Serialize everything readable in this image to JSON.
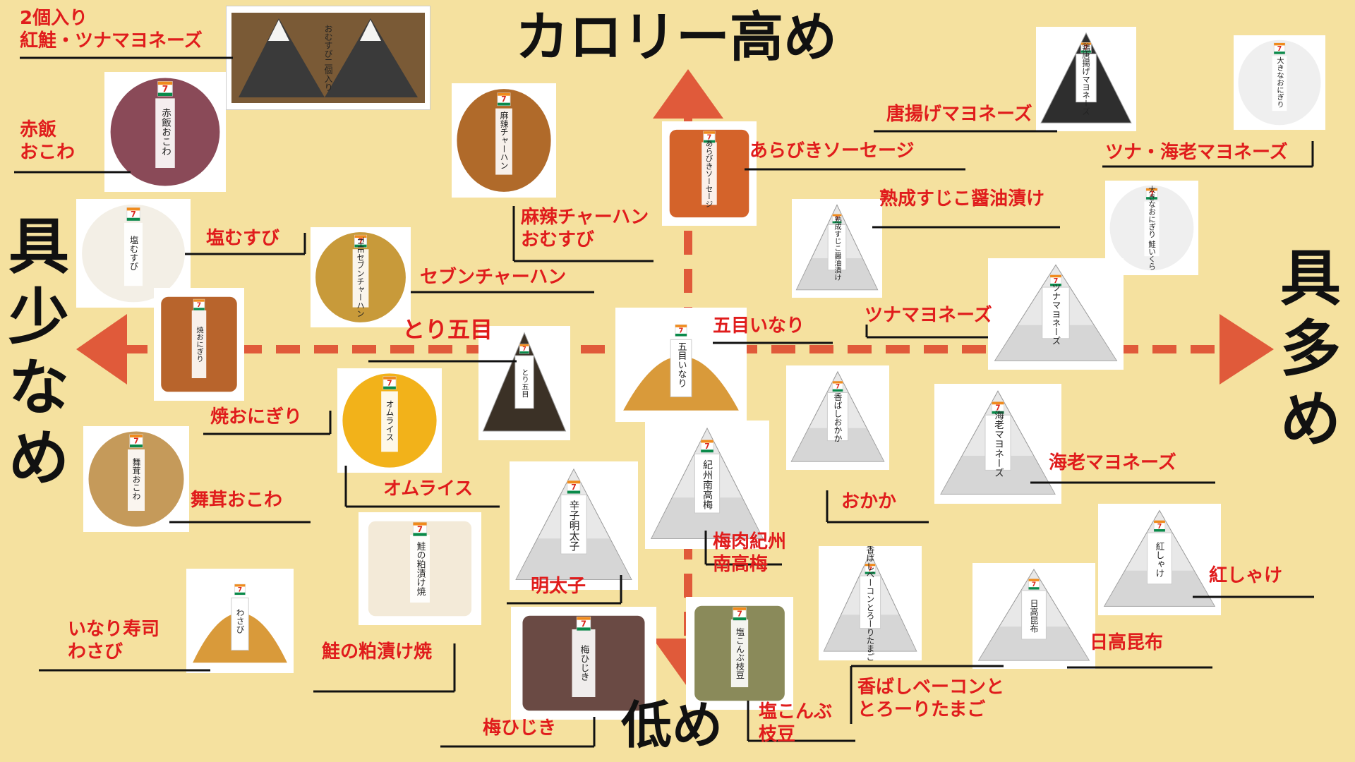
{
  "colors": {
    "background": "#f5e19f",
    "arrow": "#e05a3a",
    "label": "#e01c1c",
    "title": "#111111",
    "leader": "#111111",
    "seaweed": "#3a3a3a",
    "rice": "#f4f4f2",
    "brand_red": "#d9261c",
    "brand_orange": "#f08b1d",
    "brand_green": "#0a8a4a"
  },
  "axes": {
    "top": "カロリー高め",
    "bottom": "低め",
    "left": "具少なめ",
    "right": "具多め"
  },
  "items": [
    {
      "id": "two-pack",
      "label": "2個入り\n紅鮭・ツナマヨネーズ",
      "shape": "tray",
      "product_name": "おむすび二個入り"
    },
    {
      "id": "sekihan",
      "label": "赤飯\nおこわ",
      "shape": "round",
      "product_name": "赤飯おこわ",
      "rice": "#8a4a58"
    },
    {
      "id": "shio-musubi",
      "label": "塩むすび",
      "shape": "round",
      "product_name": "塩むすび",
      "rice": "#f3efe6"
    },
    {
      "id": "yaki-onigiri",
      "label": "焼おにぎり",
      "shape": "square",
      "product_name": "焼おにぎり",
      "rice": "#b8642c"
    },
    {
      "id": "maitake-okowa",
      "label": "舞茸おこわ",
      "shape": "round",
      "product_name": "舞茸おこわ",
      "rice": "#c59a5a"
    },
    {
      "id": "inari-wasabi",
      "label": "いなり寿司\nわさび",
      "shape": "inari",
      "product_name": "わさび"
    },
    {
      "id": "mala-fried-rice",
      "label": "麻辣チャーハン\nおむすび",
      "shape": "round",
      "product_name": "麻辣チャーハン",
      "rice": "#b06a2a"
    },
    {
      "id": "seven-fried-rice",
      "label": "セブンチャーハン",
      "shape": "round",
      "product_name": "THEセブンチャーハン",
      "rice": "#c89a3a"
    },
    {
      "id": "tori-gomoku",
      "label": "とり五目",
      "shape": "triangle",
      "product_name": "とり五目",
      "rice": "#3b3126"
    },
    {
      "id": "omurice",
      "label": "オムライス",
      "shape": "round",
      "product_name": "オムライス",
      "rice": "#f2b21a"
    },
    {
      "id": "salmon-kasuzuke",
      "label": "鮭の粕漬け焼",
      "shape": "square",
      "product_name": "鮭の粕漬け焼",
      "rice": "#f3ead8"
    },
    {
      "id": "arabiki-sausage",
      "label": "あらびきソーセージ",
      "shape": "square",
      "product_name": "あらびきソーセージ",
      "rice": "#d4632a"
    },
    {
      "id": "gomoku-inari",
      "label": "五目いなり",
      "shape": "inari",
      "product_name": "五目いなり"
    },
    {
      "id": "mentaiko",
      "label": "明太子",
      "shape": "triangle",
      "product_name": "辛子明太子",
      "rice": "#e8e8e8"
    },
    {
      "id": "ume-kishu",
      "label": "梅肉紀州\n南高梅",
      "shape": "triangle",
      "product_name": "紀州南高梅",
      "rice": "#e8e8e8"
    },
    {
      "id": "ume-hijiki",
      "label": "梅ひじき",
      "shape": "square",
      "product_name": "梅ひじき",
      "rice": "#6a4a44"
    },
    {
      "id": "shio-konbu-edamame",
      "label": "塩こんぶ\n枝豆",
      "shape": "square",
      "product_name": "塩こんぶ枝豆",
      "rice": "#8a8a5a"
    },
    {
      "id": "sujiko",
      "label": "熟成すじこ醤油漬け",
      "shape": "triangle",
      "product_name": "熟成すじこ醤油漬け",
      "rice": "#e8e8e8"
    },
    {
      "id": "okaka",
      "label": "おかか",
      "shape": "triangle",
      "product_name": "香ばしおかか",
      "rice": "#e8e8e8"
    },
    {
      "id": "bacon-egg",
      "label": "香ばしベーコンと\nとろーりたまご",
      "shape": "triangle",
      "product_name": "香ばしベーコンとろーりたまご",
      "rice": "#e8e8e8"
    },
    {
      "id": "karaage-mayo",
      "label": "唐揚げマヨネーズ",
      "shape": "triangle",
      "product_name": "鶏唐揚げマヨネーズ",
      "rice": "#2e2e2e"
    },
    {
      "id": "tuna-ebi-mayo",
      "label": "ツナ・海老マヨネーズ",
      "shape": "round",
      "product_name": "大きなおにぎり",
      "rice": "#efefef"
    },
    {
      "id": "salmon-ikura",
      "label": "",
      "shape": "round",
      "product_name": "大きなおにぎり 鮭いくら",
      "rice": "#efefef"
    },
    {
      "id": "tuna-mayo",
      "label": "ツナマヨネーズ",
      "shape": "triangle",
      "product_name": "ツナマヨネーズ",
      "rice": "#e8e8e8"
    },
    {
      "id": "ebi-mayo",
      "label": "海老マヨネーズ",
      "shape": "triangle",
      "product_name": "海老マヨネーズ",
      "rice": "#e8e8e8"
    },
    {
      "id": "beni-shake",
      "label": "紅しゃけ",
      "shape": "triangle",
      "product_name": "紅しゃけ",
      "rice": "#e8e8e8"
    },
    {
      "id": "hidaka-konbu",
      "label": "日高昆布",
      "shape": "triangle",
      "product_name": "日高昆布",
      "rice": "#e8e8e8"
    }
  ]
}
